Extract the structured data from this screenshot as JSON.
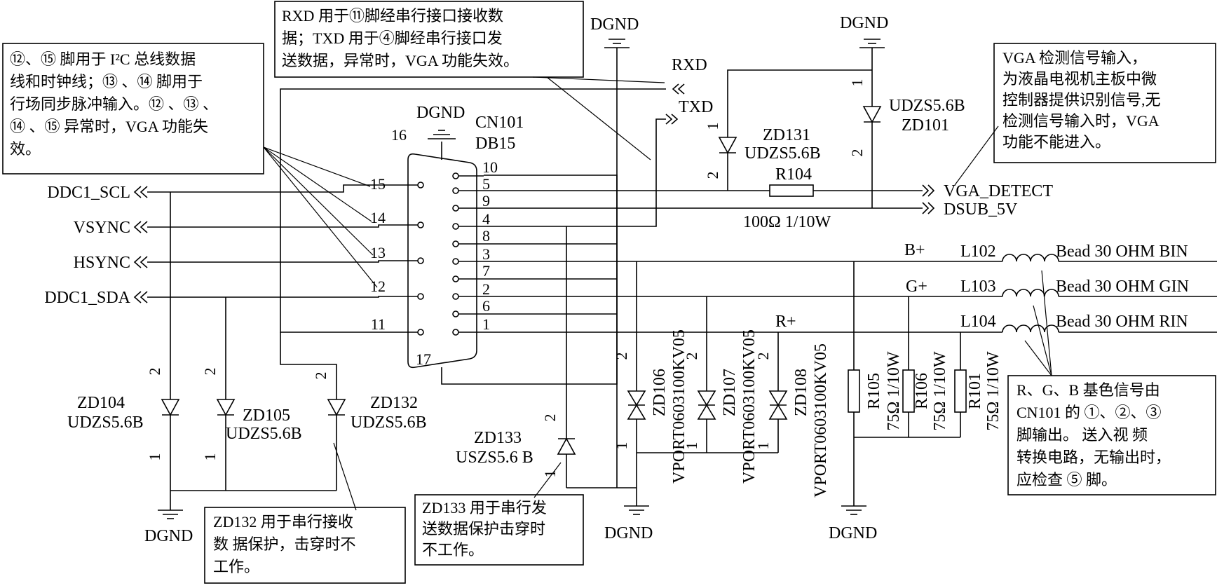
{
  "connector": {
    "name": "CN101",
    "type": "DB15",
    "pins_left": [
      "15",
      "14",
      "13",
      "12",
      "11"
    ],
    "pins_right": [
      "10",
      "5",
      "9",
      "4",
      "8",
      "3",
      "7",
      "2",
      "6",
      "1"
    ],
    "shell_pin_top": "16",
    "shell_pin_bottom": "17"
  },
  "ground_label": "DGND",
  "signals_left": [
    "DDC1_SCL",
    "VSYNC",
    "HSYNC",
    "DDC1_SDA"
  ],
  "signals_right": {
    "rxd": "RXD",
    "txd": "TXD",
    "vga_detect": "VGA_DETECT",
    "dsub_5v": "DSUB_5V",
    "b_plus": "B+",
    "g_plus": "G+",
    "r_plus": "R+",
    "bin": "Bead 30 OHM BIN",
    "gin": "Bead 30 OHM GIN",
    "rin": "Bead 30 OHM RIN"
  },
  "components": {
    "zd101": {
      "ref": "ZD101",
      "part": "UDZS5.6B"
    },
    "zd131": {
      "ref": "ZD131",
      "part": "UDZS5.6B"
    },
    "r104": {
      "ref": "R104",
      "value": "100Ω 1/10W"
    },
    "l102": "L102",
    "l103": "L103",
    "l104": "L104",
    "zd104": {
      "ref": "ZD104",
      "part": "UDZS5.6B"
    },
    "zd105": {
      "ref": "ZD105",
      "part": "UDZS5.6B"
    },
    "zd132": {
      "ref": "ZD132",
      "part": "UDZS5.6B"
    },
    "zd133": {
      "ref": "ZD133",
      "part": "USZS5.6 B"
    },
    "zd106": {
      "ref": "ZD106",
      "part": "VPORT0603100KV05"
    },
    "zd107": {
      "ref": "ZD107",
      "part": "VPORT0603100KV05"
    },
    "zd108": {
      "ref": "ZD108",
      "part": "VPORT0603100KV05"
    },
    "r105": {
      "ref": "R105",
      "value": "75Ω 1/10W"
    },
    "r106": {
      "ref": "R106",
      "value": "75Ω 1/10W"
    },
    "r101": {
      "ref": "R101",
      "value": "75Ω 1/10W"
    }
  },
  "pin_numbers": {
    "one": "1",
    "two": "2"
  },
  "notes": {
    "i2c": [
      "⑫、⑮ 脚用于 I²C 总线数据",
      "线和时钟线；⑬ 、⑭ 脚用于",
      "行场同步脉冲输入。⑫ 、⑬ 、",
      "⑭ 、⑮ 异常时，VGA 功能失",
      "效。"
    ],
    "serial": [
      "RXD 用于⑪脚经串行接口接收数",
      "据；TXD 用于④脚经串行接口发",
      "送数据，异常时，VGA 功能失效。"
    ],
    "vga_detect": [
      "VGA 检测信号输入，",
      "为液晶电视机主板中微",
      "控制器提供识别信号,无",
      "检测信号输入时，VGA",
      "功能不能进入。"
    ],
    "zd132": [
      "ZD132 用于串行接收",
      "数 据保护，击穿时不",
      "工作。"
    ],
    "zd133": [
      "ZD133 用于串行发",
      "送数据保护击穿时",
      "不工作。"
    ],
    "rgb": [
      "R、G、B 基色信号由",
      "CN101 的 ①、②、③",
      "脚输出。 送入视 频",
      "转换电路，无输出时，",
      "应检查 ⑤ 脚。"
    ]
  }
}
